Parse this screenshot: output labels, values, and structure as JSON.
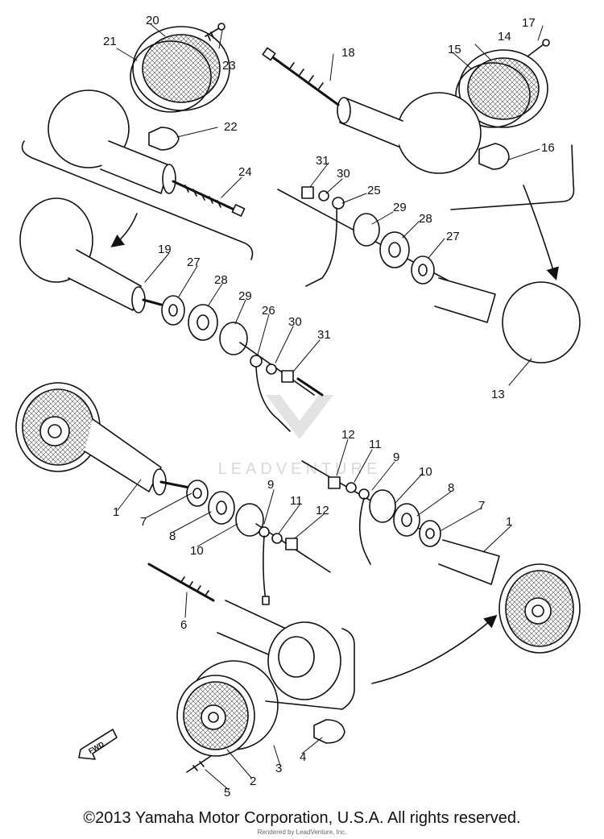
{
  "diagram": {
    "callouts": [
      "1",
      "2",
      "3",
      "4",
      "5",
      "6",
      "7",
      "8",
      "9",
      "10",
      "11",
      "12",
      "13",
      "14",
      "15",
      "16",
      "17",
      "18",
      "19",
      "20",
      "21",
      "22",
      "23",
      "24",
      "25",
      "26",
      "27",
      "28",
      "29",
      "30",
      "31"
    ],
    "fwd_label": "FWD",
    "watermark": "LEADVENTURE"
  },
  "footer": {
    "copyright": "©2013 Yamaha Motor Corporation, U.S.A. All rights reserved.",
    "credit": "Rendered by LeadVenture, Inc."
  }
}
